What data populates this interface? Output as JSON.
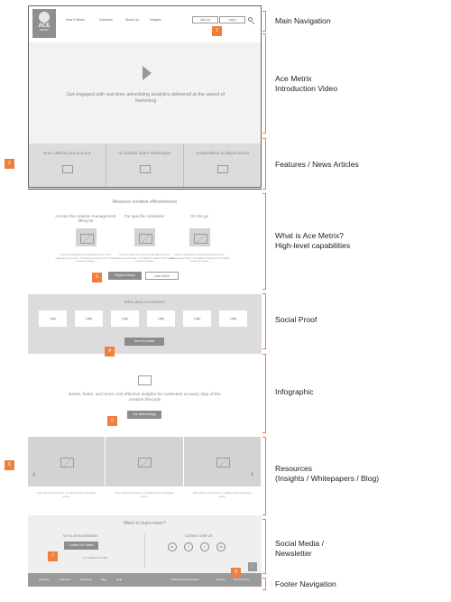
{
  "nav": {
    "logo_word": "ACE",
    "logo_sub": "METRIX",
    "links": [
      "How it Works",
      "Solutions",
      "About Us",
      "Insights"
    ],
    "join_label": "Join Us",
    "login_label": "Log in"
  },
  "hero": {
    "tagline": "Get engaged with real-time advertising analytics delivered at the speed of marketing"
  },
  "features": {
    "items": [
      "Nunc ultricies purus purus",
      "Id sodales lorem scelerisque",
      "Suspendisse in aliquet lectus"
    ]
  },
  "capabilities": {
    "heading": "Measure creative effectiveness",
    "columns": [
      {
        "title": "Across the creative management lifecycle",
        "body": "Vivamus sollicitudin purus gravida ultrices. Proin malesuada commodo. Ut fringilla sed aliquet tortor. Nullam ut nunc at congue."
      },
      {
        "title": "For specific industries",
        "body": "Vivamus sollicitudin purus gravida ultrices. Proin malesuada commodo. Ut fringilla sed aliquet tortor. Nullam ut nunc at congue."
      },
      {
        "title": "On the go",
        "body": "Vivamus sollicitudin purus gravida ultrices. Proin malesuada commodo. Ut fringilla sed aliquet tortor. Nullam ut nunc at congue."
      }
    ],
    "request_demo_label": "Request Demo",
    "learn_more_label": "Learn More"
  },
  "proof": {
    "heading": "Who uses Ace Metrix?",
    "logos": [
      "Logo",
      "Logo",
      "Logo",
      "Logo",
      "Logo",
      "Logo"
    ],
    "see_label": "See it in Action"
  },
  "infographic": {
    "text": "Better, faster, and more cost effective insights for marketers at every step of the creative lifecycle",
    "button_label": "Our Methodology"
  },
  "resources": {
    "items": [
      "Nunc ultricies purus purus. Ut sodales lorem scelerisque lectus.",
      "Nunc ultricies purus purus. Ut sodales lorem scelerisque lectus.",
      "Nunc ultricies purus purus. Ut sodales lorem scelerisque lectus."
    ],
    "prev_glyph": "‹",
    "next_glyph": "›"
  },
  "newsletter": {
    "heading": "Want to learn more?",
    "demo_heading": "Get a Demonstration",
    "contact_label": "Contact Us Online",
    "phone": "or ✆ 1-855-279-7681",
    "social_heading": "Connect with Us",
    "social_icons": [
      "in",
      "f",
      "t",
      "✉"
    ],
    "to_top": "↑"
  },
  "footer": {
    "links": [
      "Features",
      "Solutions",
      "About Us",
      "Blog",
      "Help"
    ],
    "copyright": "©2009-2016 Ace Metrix",
    "privacy": "Privacy",
    "terms": "Terms of Use"
  },
  "markers": [
    "1",
    "2",
    "3",
    "4",
    "5",
    "6",
    "7",
    "8"
  ],
  "annotations": [
    "Main Navigation",
    "Ace Metrix\nIntroduction Video",
    "Features / News Articles",
    "What is Ace Metrix?\nHigh-level capabilities",
    "Social Proof",
    "Infographic",
    "Resources\n(Insights / Whitepapers / Blog)",
    "Social Media /\nNewsletter",
    "Footer Navigation"
  ],
  "colors": {
    "accent": "#f07f3c",
    "section_gray": "#dcdcdc",
    "button_gray": "#8c8c8c"
  }
}
